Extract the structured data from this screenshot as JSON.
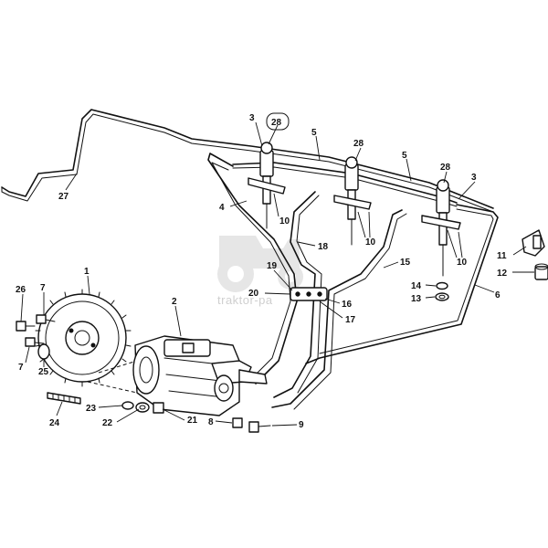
{
  "watermark": {
    "text": "traktor-pa"
  },
  "callouts": {
    "c1": "1",
    "c2": "2",
    "c3a": "3",
    "c3b": "3",
    "c4": "4",
    "c5a": "5",
    "c5b": "5",
    "c6": "6",
    "c7a": "7",
    "c7b": "7",
    "c8": "8",
    "c9": "9",
    "c10a": "10",
    "c10b": "10",
    "c10c": "10",
    "c11": "11",
    "c12": "12",
    "c13": "13",
    "c14": "14",
    "c15": "15",
    "c16": "16",
    "c17": "17",
    "c18": "18",
    "c19": "19",
    "c20": "20",
    "c21": "21",
    "c22": "22",
    "c23": "23",
    "c24": "24",
    "c25": "25",
    "c26": "26",
    "c27": "27",
    "c28a": "28",
    "c28b": "28",
    "c28c": "28"
  },
  "colors": {
    "ink": "#111111",
    "paper": "#ffffff",
    "watermark": "#d9d9d9"
  }
}
